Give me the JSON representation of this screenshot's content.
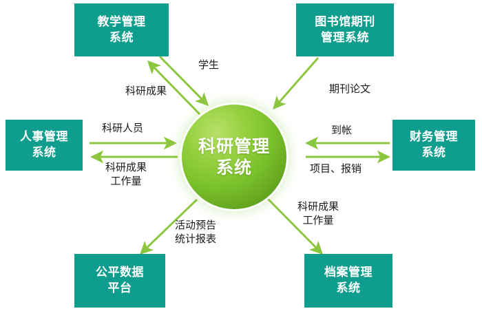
{
  "diagram": {
    "title": "科研管理系统",
    "colors": {
      "box_fill": "#0f9e8d",
      "box_text": "#ffffff",
      "hub_green_light": "#8cc63f",
      "hub_green_dark": "#5a9e20",
      "arrow": "#8cc63f",
      "label_text": "#1a1a1a",
      "background": "#ffffff"
    },
    "hub": {
      "name": "research-management-system",
      "line1": "科研管理系统",
      "line2": "科研管理",
      "line3": "系统"
    },
    "nodes": [
      {
        "id": "teaching",
        "name": "教学管理系统",
        "line1": "教学管理",
        "line2": "系统",
        "position": "top-left"
      },
      {
        "id": "library",
        "name": "图书馆期刊管理系统",
        "line1": "图书馆期刊",
        "line2": "管理系统",
        "position": "top-right"
      },
      {
        "id": "hr",
        "name": "人事管理系统",
        "line1": "人事管理",
        "line2": "系统",
        "position": "left"
      },
      {
        "id": "finance",
        "name": "财务管理系统",
        "line1": "财务管理",
        "line2": "系统",
        "position": "right"
      },
      {
        "id": "open-data",
        "name": "公平数据平台",
        "line1": "公平数据",
        "line2": "平台",
        "position": "bottom-left"
      },
      {
        "id": "archive",
        "name": "档案管理系统",
        "line1": "档案管理",
        "line2": "系统",
        "position": "bottom-right"
      }
    ],
    "edges": [
      {
        "id": "teaching-to-hub",
        "from": "教学管理系统",
        "to": "科研管理系统",
        "label_line1": "学生",
        "label_line2": "",
        "direction": "to-hub"
      },
      {
        "id": "hub-to-teaching",
        "from": "科研管理系统",
        "to": "教学管理系统",
        "label_line1": "科研成果",
        "label_line2": "",
        "direction": "from-hub"
      },
      {
        "id": "library-to-hub",
        "from": "图书馆期刊管理系统",
        "to": "科研管理系统",
        "label_line1": "期刊论文",
        "label_line2": "",
        "direction": "to-hub"
      },
      {
        "id": "hr-to-hub",
        "from": "人事管理系统",
        "to": "科研管理系统",
        "label_line1": "科研人员",
        "label_line2": "",
        "direction": "to-hub"
      },
      {
        "id": "hub-to-hr",
        "from": "科研管理系统",
        "to": "人事管理系统",
        "label_line1": "科研成果",
        "label_line2": "工作量",
        "direction": "from-hub"
      },
      {
        "id": "finance-to-hub",
        "from": "财务管理系统",
        "to": "科研管理系统",
        "label_line1": "到帐",
        "label_line2": "",
        "direction": "to-hub"
      },
      {
        "id": "hub-to-finance",
        "from": "科研管理系统",
        "to": "财务管理系统",
        "label_line1": "项目、报销",
        "label_line2": "",
        "direction": "from-hub"
      },
      {
        "id": "hub-to-open-data",
        "from": "科研管理系统",
        "to": "公平数据平台",
        "label_line1": "活动预告",
        "label_line2": "统计报表",
        "direction": "from-hub"
      },
      {
        "id": "hub-to-archive",
        "from": "科研管理系统",
        "to": "档案管理系统",
        "label_line1": "科研成果",
        "label_line2": "工作量",
        "direction": "from-hub"
      }
    ]
  }
}
